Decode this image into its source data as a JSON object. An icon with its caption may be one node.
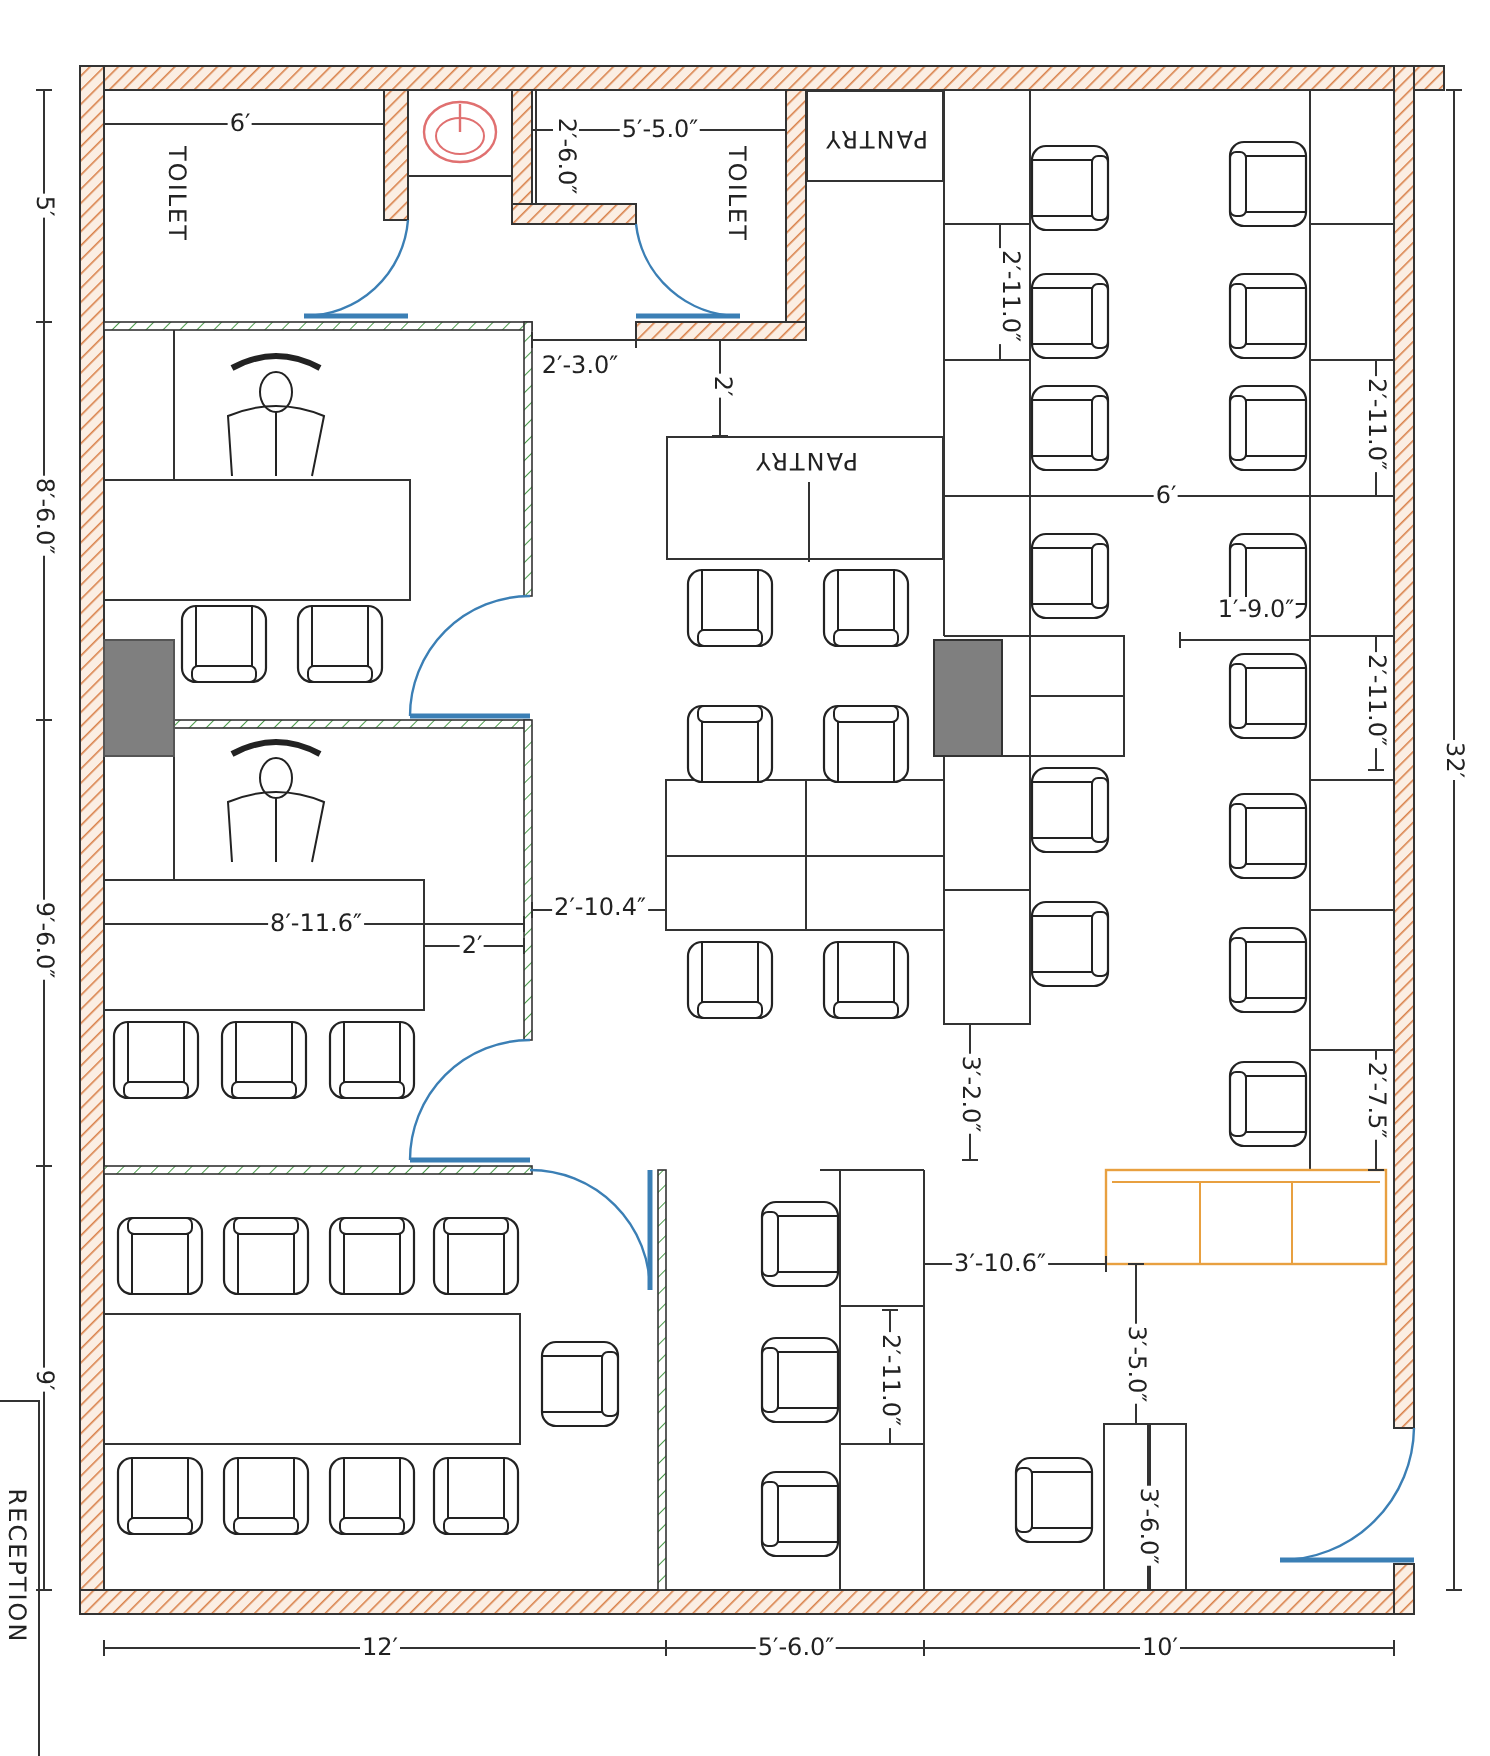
{
  "diagram": {
    "nodes": [
      {
        "text": [
          "TOILET"
        ]
      },
      {
        "text": [
          "TOILET"
        ]
      },
      {
        "text": [
          "PANTRY"
        ]
      },
      {
        "text": [
          "PANTRY"
        ]
      },
      {
        "text": [
          "RECEPTION"
        ]
      }
    ],
    "labels": [
      "6′",
      "2′-6.0″",
      "5′-5.0″",
      "5′",
      "2′-11.0″",
      "2′-11.0″",
      "2′-3.0″",
      "2′",
      "6′",
      "8′-6.0″",
      "1′-9.0″",
      "2′-11.0″",
      "8′-11.6″",
      "2′",
      "2′-10.4″",
      "9′-6.0″",
      "32′",
      "3′-2.0″",
      "2′-7.5″",
      "3′-10.6″",
      "2′-11.0″",
      "3′-5.0″",
      "9′",
      "3′-6.0″",
      "12′",
      "5′-6.0″",
      "10′"
    ]
  }
}
